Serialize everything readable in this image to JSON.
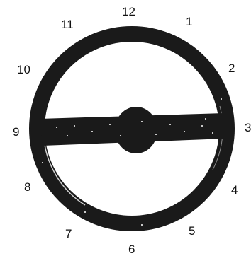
{
  "clock_numbers": {
    "n12": "12",
    "n1": "1",
    "n2": "2",
    "n3": "3",
    "n4": "4",
    "n5": "5",
    "n6": "6",
    "n7": "7",
    "n8": "8",
    "n9": "9",
    "n10": "10",
    "n11": "11"
  },
  "colors": {
    "wheel": "#1a1a1a",
    "background": "#ffffff",
    "speckle": "#ffffff"
  },
  "icon": "steering-wheel-icon"
}
